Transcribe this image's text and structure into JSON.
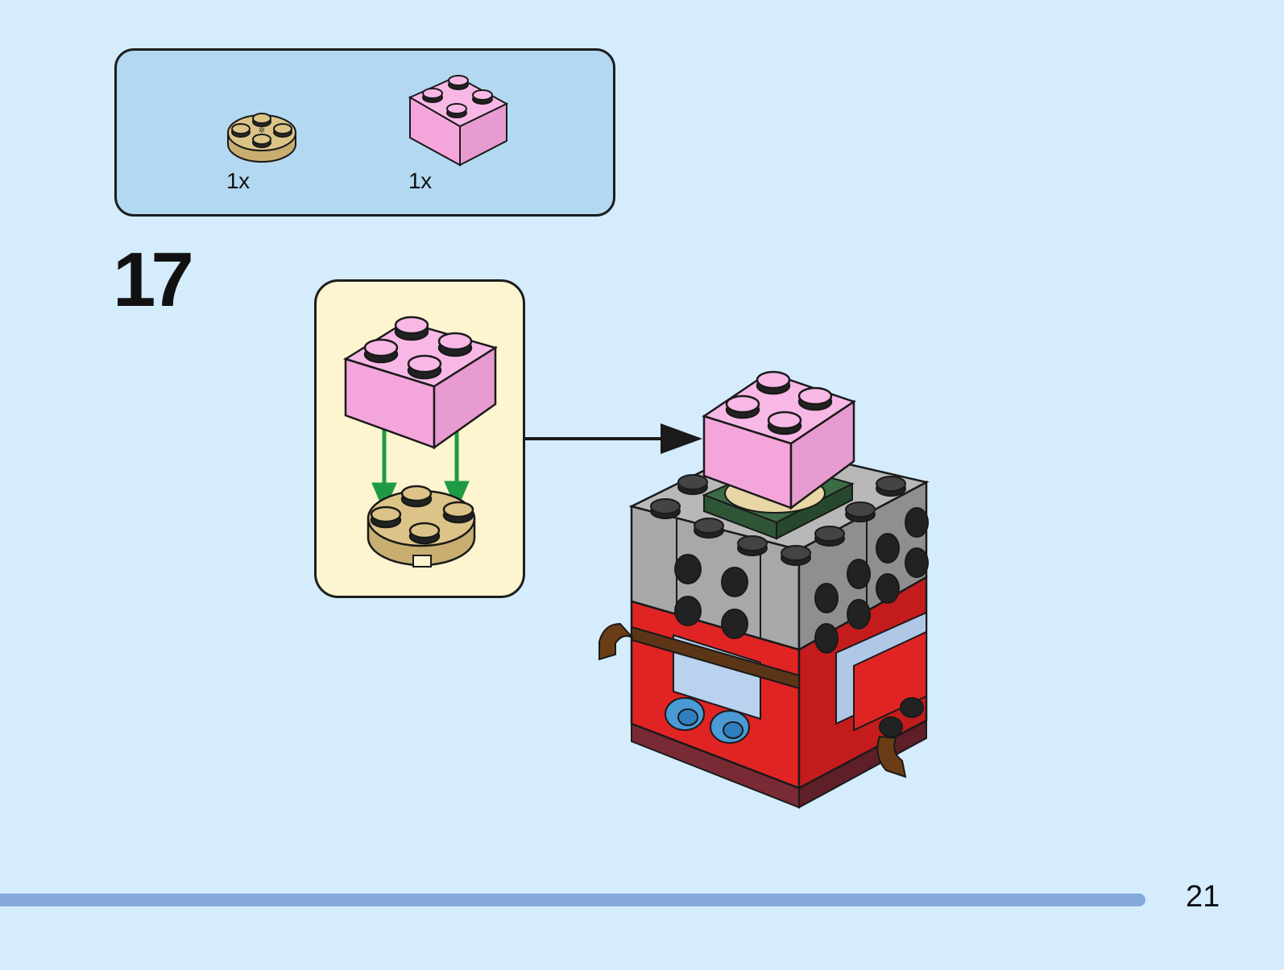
{
  "parts_list": {
    "items": [
      {
        "icon": "tan-round-plate-icon",
        "quantity": "1x",
        "color": "#dcc488"
      },
      {
        "icon": "pink-brick-2x2-icon",
        "quantity": "1x",
        "color": "#f4a6dc"
      }
    ]
  },
  "step": {
    "number": "17"
  },
  "callout": {
    "background": "#fdf4d0",
    "arrow_color": "#1e9a45"
  },
  "page": {
    "number": "21",
    "bar_color": "#85a9db",
    "background": "#d4ecfc"
  }
}
